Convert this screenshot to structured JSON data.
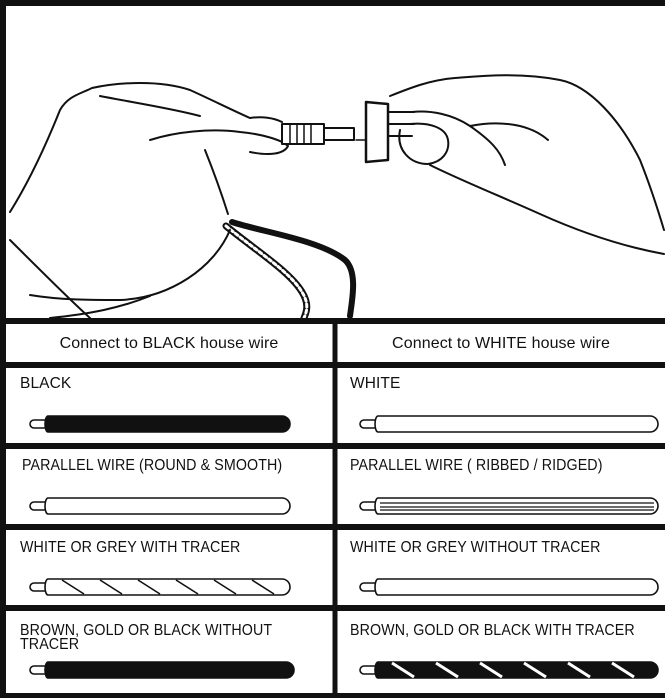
{
  "table": {
    "headers": [
      "Connect to BLACK house wire",
      "Connect to WHITE house wire"
    ],
    "rows": [
      {
        "left": {
          "label": "BLACK",
          "wire": "solid-black"
        },
        "right": {
          "label": "WHITE",
          "wire": "plain-white"
        }
      },
      {
        "left": {
          "label": "PARALLEL WIRE (ROUND & SMOOTH)",
          "wire": "plain-white"
        },
        "right": {
          "label": "PARALLEL WIRE ( RIBBED  /  RIDGED)",
          "wire": "ribbed-white"
        }
      },
      {
        "left": {
          "label": "WHITE OR GREY WITH TRACER",
          "wire": "white-tracer"
        },
        "right": {
          "label": "WHITE OR GREY WITHOUT TRACER",
          "wire": "plain-white"
        }
      },
      {
        "left": {
          "label_line1": "BROWN, GOLD OR BLACK WITHOUT",
          "label_line2": "TRACER",
          "wire": "solid-black"
        },
        "right": {
          "label": "BROWN, GOLD OR BLACK WITH TRACER",
          "wire": "black-tracer"
        }
      }
    ]
  }
}
